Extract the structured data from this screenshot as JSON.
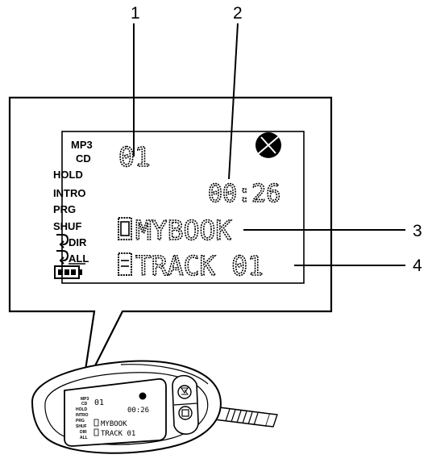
{
  "callouts": {
    "c1": "1",
    "c2": "2",
    "c3": "3",
    "c4": "4"
  },
  "display": {
    "indicators": {
      "mp3": "MP3",
      "cd": "CD",
      "hold": "HOLD",
      "intro": "INTRO",
      "prg": "PRG",
      "shuf": "SHUF",
      "dir": "DIR",
      "all": "ALL"
    },
    "track_number": "01",
    "elapsed_time": "00:26",
    "folder_name": "MYBOOK",
    "track_name": "TRACK 01"
  }
}
